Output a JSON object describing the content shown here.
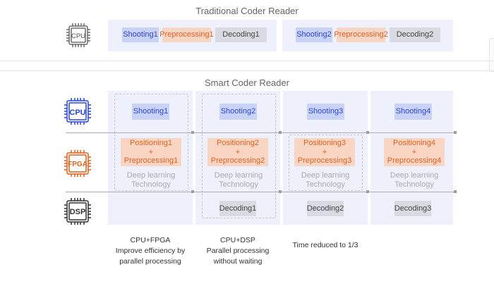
{
  "traditional": {
    "title": "Traditional Coder Reader",
    "chip_label": "CPU",
    "group1": [
      "Shooting1",
      "Preprocessing1",
      "Decoding1"
    ],
    "group2": [
      "Shooting2",
      "Preprocessing2",
      "Decoding2"
    ]
  },
  "smart": {
    "title": "Smart Coder Reader",
    "chips": {
      "cpu": "CPU",
      "fpga": "FPGA",
      "dsp": "DSP"
    },
    "shooting": [
      "Shooting1",
      "Shooting2",
      "Shooting3",
      "Shooting4"
    ],
    "positioning": [
      {
        "l1": "Positioning1",
        "plus": "+",
        "l2": "Preprocessing1"
      },
      {
        "l1": "Positioning2",
        "plus": "+",
        "l2": "Preprocessing2"
      },
      {
        "l1": "Positioning3",
        "plus": "+",
        "l2": "Preprocessing3"
      },
      {
        "l1": "Positioning4",
        "plus": "+",
        "l2": "Preprocessing4"
      }
    ],
    "deep_learning": {
      "l1": "Deep learning",
      "l2": "Technology"
    },
    "decoding": [
      "Decoding1",
      "Decoding2",
      "Decoding3"
    ]
  },
  "captions": [
    {
      "l1": "CPU+FPGA",
      "l2": "Improve efficiency by",
      "l3": "parallel processing"
    },
    {
      "l1": "CPU+DSP",
      "l2": "Parallel processing",
      "l3": "without waiting"
    },
    {
      "l1": "Time reduced to 1/3"
    }
  ],
  "colors": {
    "cpu": "#2a45d8",
    "fpga": "#e0601e",
    "dsp": "#333333",
    "chip_gray": "#555555"
  }
}
